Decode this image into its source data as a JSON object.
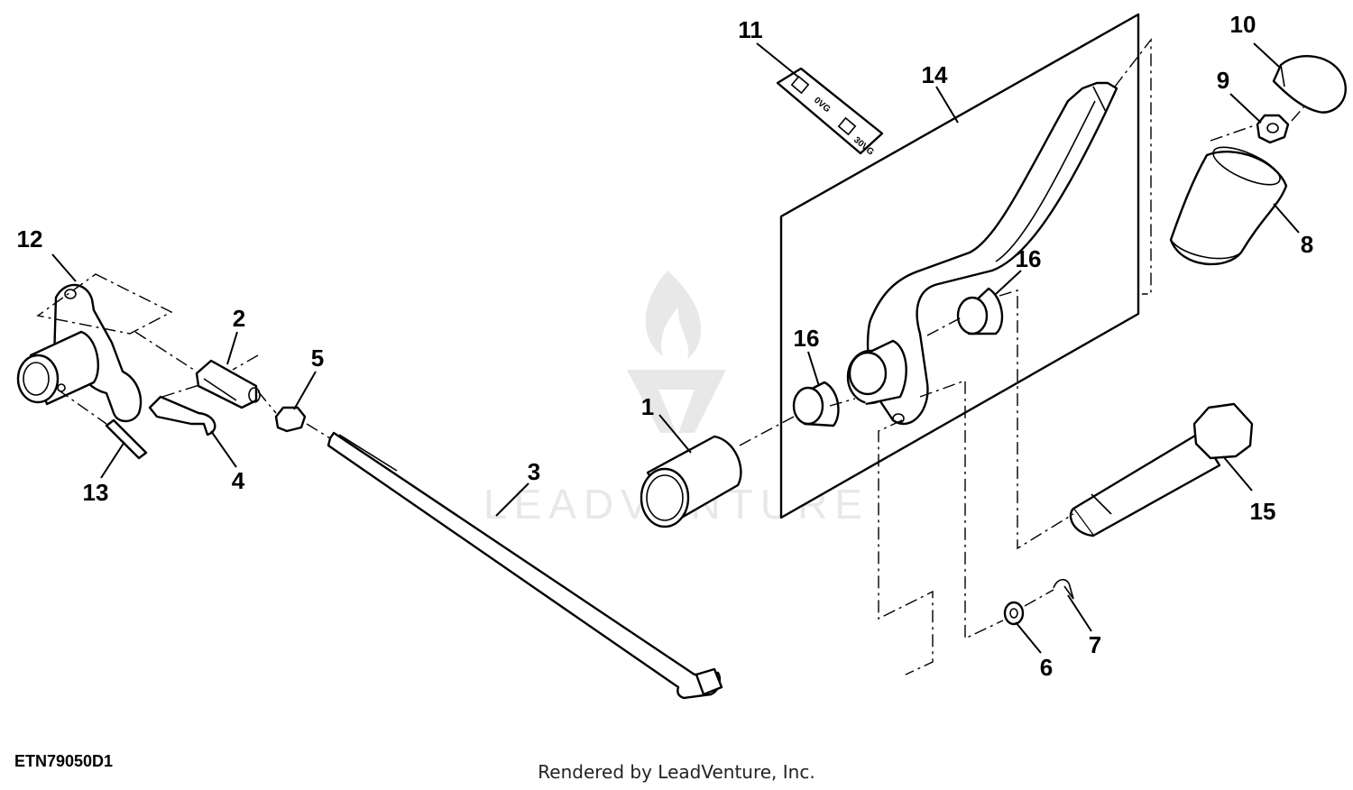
{
  "diagram_id": "ETN79050D1",
  "credit": "Rendered by LeadVenture, Inc.",
  "watermark": "LEADVENTURE",
  "callouts": {
    "c1": "1",
    "c2": "2",
    "c3": "3",
    "c4": "4",
    "c5": "5",
    "c6": "6",
    "c7": "7",
    "c8": "8",
    "c9": "9",
    "c10": "10",
    "c11": "11",
    "c12": "12",
    "c13": "13",
    "c14": "14",
    "c15": "15",
    "c16a": "16",
    "c16b": "16"
  },
  "decal_text": {
    "top": "0VG",
    "bottom": "30VG"
  },
  "colors": {
    "ink": "#000000",
    "watermark": "#e8e8e8",
    "background": "#ffffff"
  }
}
